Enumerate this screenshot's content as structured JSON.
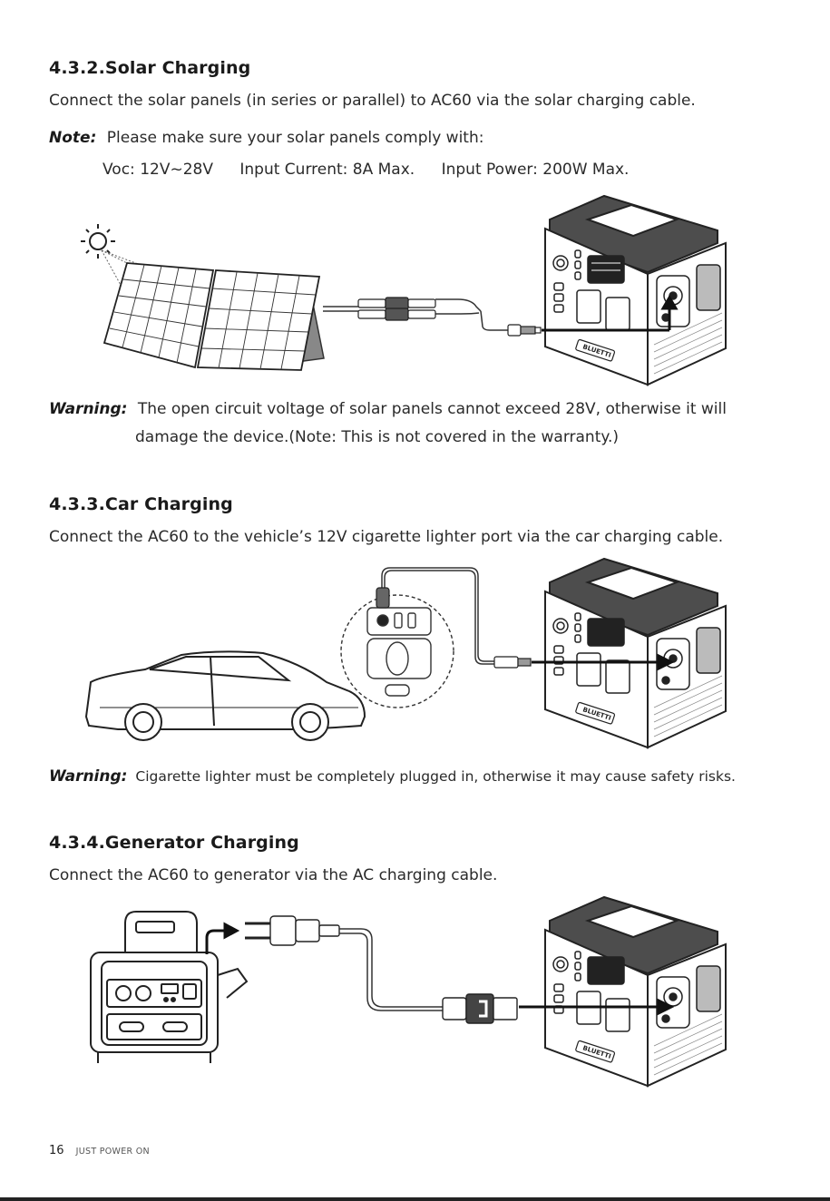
{
  "solar": {
    "heading": "4.3.2.Solar Charging",
    "intro": "Connect the solar panels (in series or parallel) to AC60 via the solar charging cable.",
    "note_label": "Note:",
    "note_text": "Please make sure your solar panels comply with:",
    "spec_voc": "Voc: 12V~28V",
    "spec_current": "Input Current: 8A Max.",
    "spec_power": "Input Power: 200W Max.",
    "warning_label": "Warning:",
    "warning_line1": "The open circuit voltage of solar panels cannot exceed 28V, otherwise it will",
    "warning_line2": "damage the device.(Note: This is not covered in the warranty.)"
  },
  "car": {
    "heading": "4.3.3.Car Charging",
    "intro": "Connect the AC60 to the vehicle’s 12V cigarette lighter port via the car charging cable.",
    "warning_label": "Warning:",
    "warning_text": "Cigarette lighter must be completely plugged in, otherwise it may cause safety risks."
  },
  "generator": {
    "heading": "4.3.4.Generator Charging",
    "intro": "Connect the AC60 to generator via the AC charging cable."
  },
  "device": {
    "brand": "BLUETTI"
  },
  "footer": {
    "page_number": "16",
    "tagline": "JUST POWER ON"
  }
}
